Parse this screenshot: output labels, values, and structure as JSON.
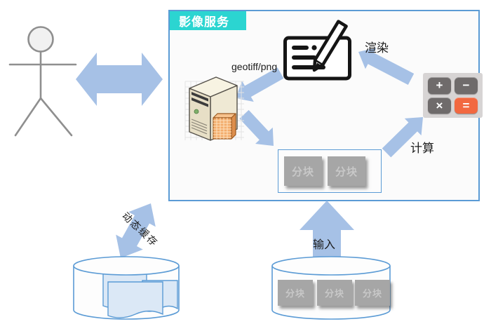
{
  "service_box": {
    "title": "影像服务"
  },
  "labels": {
    "geotiff": "geotiff/png",
    "render": "渲染",
    "compute": "计算",
    "input": "输入",
    "dynamic_cache": "动态缓存"
  },
  "tiles_panel": {
    "items": [
      "分块",
      "分块"
    ]
  },
  "storage_tiles": {
    "items": [
      "分块",
      "分块",
      "分块"
    ]
  },
  "calculator": {
    "plus": "+",
    "minus": "−",
    "multiply": "×",
    "equals": "="
  },
  "icons": {
    "person": "stick-figure",
    "server": "server-tower",
    "render": "document-with-pen",
    "calculator": "calculator-buttons",
    "cache_store": "database-cylinder-with-documents",
    "input_store": "database-cylinder-with-tiles"
  },
  "colors": {
    "box_border": "#5B9BD5",
    "header_bg": "#2BD5D1",
    "header_text": "#FFFFFF",
    "arrow_fill": "#A6C1E6",
    "tile_bg": "#A6A6A6",
    "tile_text": "#C8C8C8",
    "calc_button_bg": "#6F6B6B",
    "calc_equals_bg": "#F26840",
    "document_page_fill": "#DBE8F6"
  }
}
